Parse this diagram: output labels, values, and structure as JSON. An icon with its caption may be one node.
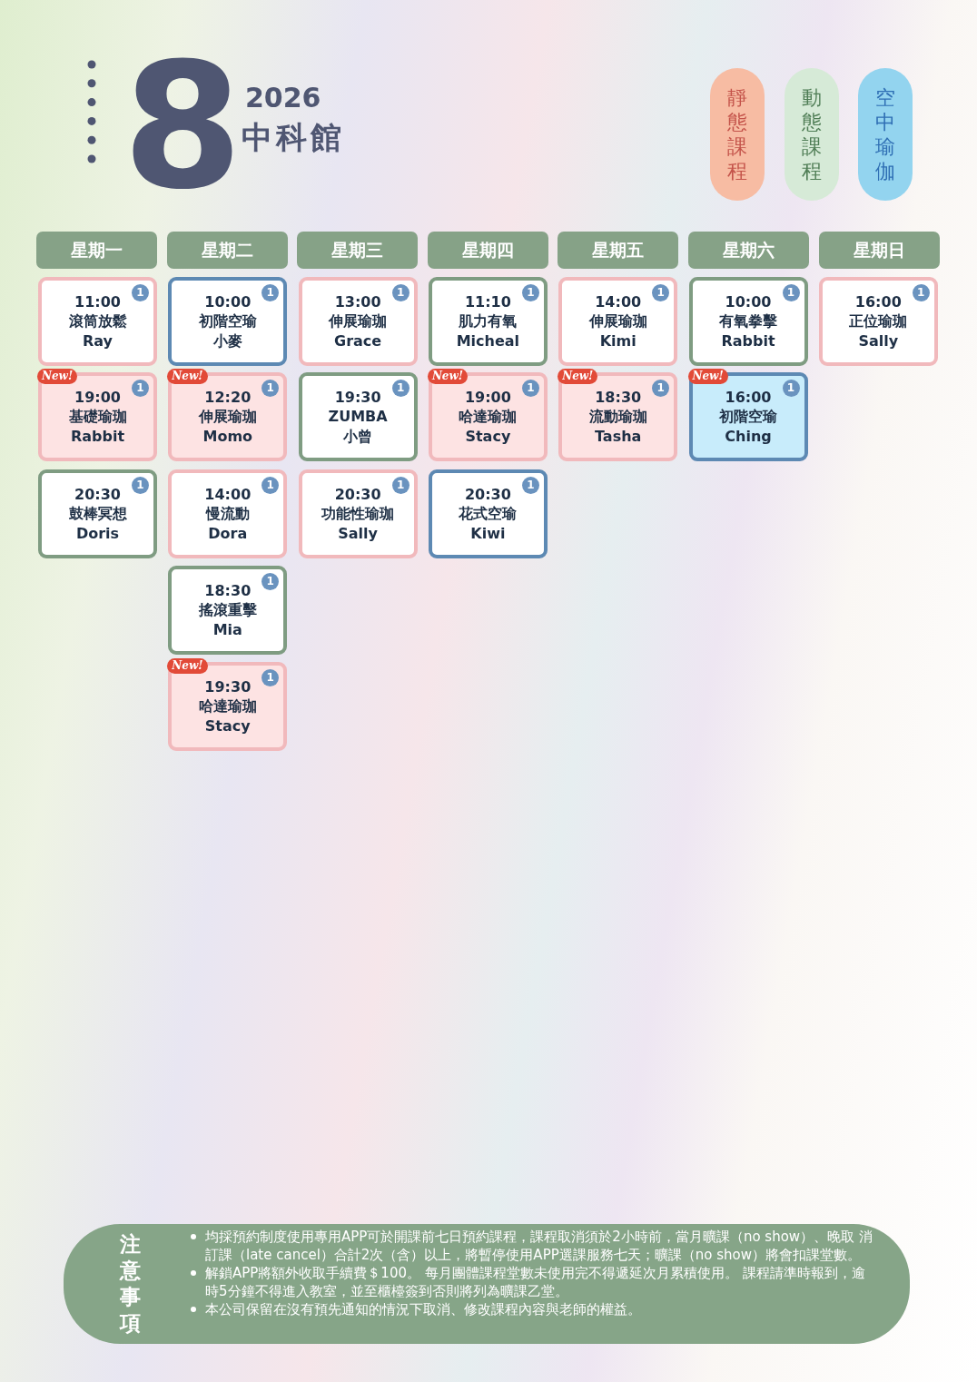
{
  "diagram": {
    "nodes": [
      {
        "text": [
          "星期一"
        ]
      },
      {
        "text": [
          "11:00",
          "滾筒放鬆",
          "Ray"
        ]
      },
      {
        "text": [
          "1"
        ],
        "in": 1
      },
      {
        "text": [
          "19:00",
          "基礎瑜珈",
          "Rabbit"
        ]
      },
      {
        "text": [
          "New!"
        ],
        "in": 3
      },
      {
        "text": [
          "1"
        ],
        "in": 3
      },
      {
        "text": [
          "20:30",
          "鼓棒冥想",
          "Doris"
        ]
      },
      {
        "text": [
          "1"
        ],
        "in": 6
      },
      {
        "text": [
          "星期二"
        ]
      },
      {
        "text": [
          "10:00",
          "初階空瑜",
          "小麥"
        ]
      },
      {
        "text": [
          "1"
        ],
        "in": 9
      },
      {
        "text": [
          "12:20",
          "伸展瑜珈",
          "Momo"
        ]
      },
      {
        "text": [
          "New!"
        ],
        "in": 11
      },
      {
        "text": [
          "1"
        ],
        "in": 11
      },
      {
        "text": [
          "14:00",
          "慢流動",
          "Dora"
        ]
      },
      {
        "text": [
          "1"
        ],
        "in": 14
      },
      {
        "text": [
          "18:30",
          "搖滾重擊",
          "Mia"
        ]
      },
      {
        "text": [
          "1"
        ],
        "in": 16
      },
      {
        "text": [
          "19:30",
          "哈達瑜珈",
          "Stacy"
        ]
      },
      {
        "text": [
          "New!"
        ],
        "in": 18
      },
      {
        "text": [
          "1"
        ],
        "in": 18
      },
      {
        "text": [
          "星期三"
        ]
      },
      {
        "text": [
          "13:00",
          "伸展瑜珈",
          "Grace"
        ]
      },
      {
        "text": [
          "1"
        ],
        "in": 22
      },
      {
        "text": [
          "19:30",
          "ZUMBA",
          "小曾"
        ]
      },
      {
        "text": [
          "1"
        ],
        "in": 24
      },
      {
        "text": [
          "20:30",
          "功能性瑜珈",
          "Sally"
        ]
      },
      {
        "text": [
          "1"
        ],
        "in": 26
      },
      {
        "text": [
          "星期四"
        ]
      },
      {
        "text": [
          "11:10",
          "肌力有氧",
          "Micheal"
        ]
      },
      {
        "text": [
          "1"
        ],
        "in": 29
      },
      {
        "text": [
          "19:00",
          "哈達瑜珈",
          "Stacy"
        ]
      },
      {
        "text": [
          "New!"
        ],
        "in": 31
      },
      {
        "text": [
          "1"
        ],
        "in": 31
      },
      {
        "text": [
          "20:30",
          "花式空瑜",
          "Kiwi"
        ]
      },
      {
        "text": [
          "1"
        ],
        "in": 34
      },
      {
        "text": [
          "星期五"
        ]
      },
      {
        "text": [
          "14:00",
          "伸展瑜珈",
          "Kimi"
        ]
      },
      {
        "text": [
          "1"
        ],
        "in": 37
      },
      {
        "text": [
          "18:30",
          "流動瑜珈",
          "Tasha"
        ]
      },
      {
        "text": [
          "New!"
        ],
        "in": 39
      },
      {
        "text": [
          "1"
        ],
        "in": 39
      },
      {
        "text": [
          "星期六"
        ]
      },
      {
        "text": [
          "10:00",
          "有氧拳擊",
          "Rabbit"
        ]
      },
      {
        "text": [
          "1"
        ],
        "in": 43
      },
      {
        "text": [
          "16:00",
          "初階空瑜",
          "Ching"
        ]
      },
      {
        "text": [
          "New!"
        ],
        "in": 45
      },
      {
        "text": [
          "1"
        ],
        "in": 45
      },
      {
        "text": [
          "星期日"
        ]
      },
      {
        "text": [
          "16:00",
          "正位瑜珈",
          "Sally"
        ]
      },
      {
        "text": [
          "1"
        ],
        "in": 49
      },
      {
        "text": [
          "注意事項",
          "均採預約制度使用專用APP可於開課前七日預約課程，課程取消須於2小時前，當月曠課（no show）、晚取 消訂課（late cancel）合計2次（含）以上，將暫停使用APP選課服務七天；曠課（no show）將會扣課堂數。",
          "解鎖APP將額外收取手續費＄100。 每月團體課程堂數未使用完不得遞延次月累積使用。 課程請準時報到，逾時5分鐘不得進入教室，並至櫃檯簽到否則將列為曠課乙堂。",
          "本公司保留在沒有預先通知的情況下取消、修改課程內容與老師的權益。"
        ]
      }
    ],
    "labels": [
      "8",
      "2026",
      "中科館"
    ],
    "legend": [
      {
        "text": "靜態課程",
        "color": "#f7bca3"
      },
      {
        "text": "動態課程",
        "color": "#d6ead7"
      },
      {
        "text": "空中瑜伽",
        "color": "#93d4ef"
      }
    ]
  }
}
